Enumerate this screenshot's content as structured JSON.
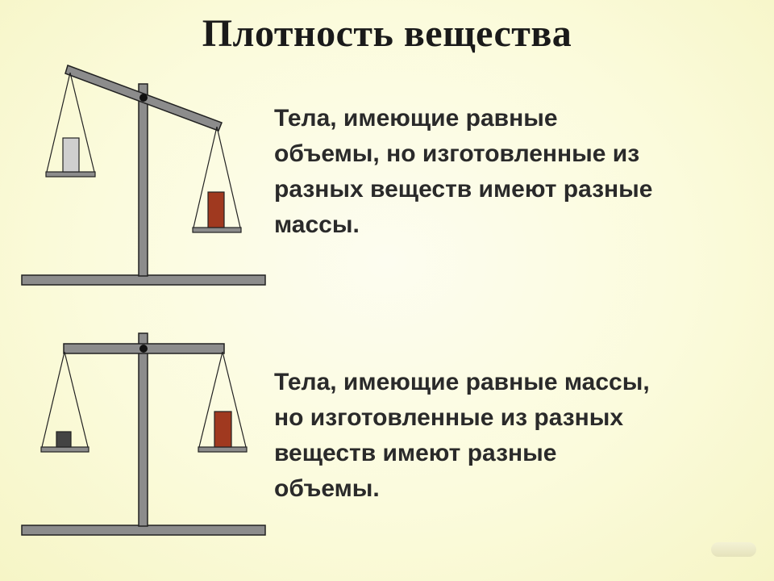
{
  "slide": {
    "title": "Плотность вещества",
    "blocks": [
      {
        "lines": [
          "Тела, имеющие равные",
          "объемы, но изготовленные из",
          "разных веществ имеют разные",
          "массы."
        ]
      },
      {
        "lines": [
          "Тела, имеющие равные массы,",
          "но изготовленные из разных",
          "веществ имеют разные",
          "объемы."
        ]
      }
    ]
  },
  "colors": {
    "background": "#fbfbdc",
    "frame": "#8c8c8c",
    "frame_stroke": "#222222",
    "light_body": "#cfcfcf",
    "dark_body": "#444444",
    "brown_body": "#a0391f"
  },
  "icons": {
    "nav": "slide-nav-icon"
  }
}
